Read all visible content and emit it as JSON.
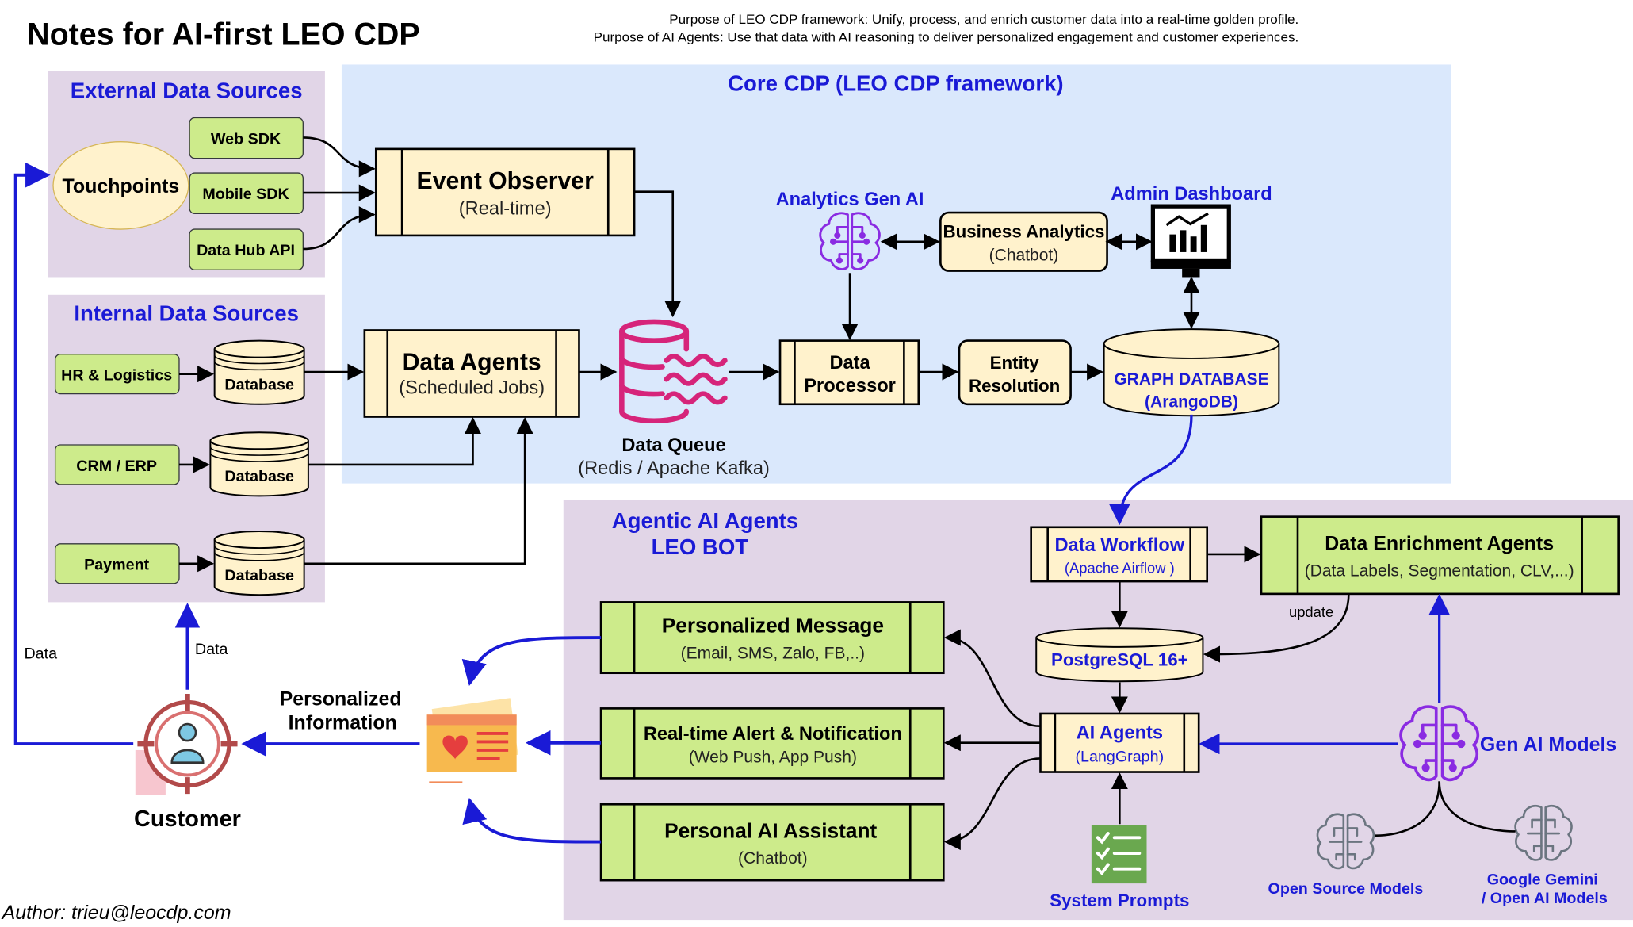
{
  "title": "Notes for AI-first LEO CDP",
  "purpose_lines": [
    "Purpose of LEO CDP framework: Unify, process, and enrich customer data into a real-time golden profile.",
    "Purpose of AI Agents: Use that data with AI reasoning to deliver personalized engagement and customer experiences."
  ],
  "author": "Author: trieu@leocdp.com",
  "colors": {
    "blue_text": "#1a1ad6",
    "core_region": "#dae8fc",
    "purple_region": "#e1d5e7",
    "cream_box": "#fff2cc",
    "green_box": "#cdeb8b",
    "queue_magenta": "#d6247a",
    "ai_purple": "#8a2be2"
  },
  "regions": {
    "external": "External Data Sources",
    "internal": "Internal Data Sources",
    "core": "Core CDP (LEO CDP framework)",
    "agentic_line1": "Agentic AI Agents",
    "agentic_line2": "LEO BOT"
  },
  "external": {
    "touchpoints": "Touchpoints",
    "web_sdk": "Web SDK",
    "mobile_sdk": "Mobile SDK",
    "data_hub_api": "Data Hub API"
  },
  "internal": {
    "hr_logistics": "HR & Logistics",
    "crm_erp": "CRM / ERP",
    "payment": "Payment",
    "database": "Database"
  },
  "core": {
    "event_observer_title": "Event Observer",
    "event_observer_sub": "(Real-time)",
    "data_agents_title": "Data Agents",
    "data_agents_sub": "(Scheduled Jobs)",
    "data_queue_title": "Data Queue",
    "data_queue_sub": "(Redis / Apache Kafka)",
    "data_processor_l1": "Data",
    "data_processor_l2": "Processor",
    "entity_resolution_l1": "Entity",
    "entity_resolution_l2": "Resolution",
    "graph_db_l1": "GRAPH DATABASE",
    "graph_db_l2": "(ArangoDB)",
    "analytics_gen_ai": "Analytics Gen AI",
    "business_analytics_title": "Business Analytics",
    "business_analytics_sub": "(Chatbot)",
    "admin_dashboard": "Admin Dashboard"
  },
  "agentic": {
    "data_workflow_title": "Data Workflow",
    "data_workflow_sub": "(Apache Airflow )",
    "enrichment_title": "Data Enrichment Agents",
    "enrichment_sub": "(Data Labels, Segmentation, CLV,...)",
    "update_label": "update",
    "postgres": "PostgreSQL 16+",
    "ai_agents_title": "AI Agents",
    "ai_agents_sub": "(LangGraph)",
    "personalized_message_title": "Personalized Message",
    "personalized_message_sub": "(Email, SMS, Zalo, FB,..)",
    "realtime_alert_title": "Real-time Alert & Notification",
    "realtime_alert_sub": "(Web Push, App Push)",
    "personal_assistant_title": "Personal AI Assistant",
    "personal_assistant_sub": "(Chatbot)",
    "system_prompts": "System Prompts",
    "gen_ai_models": "Gen AI Models",
    "open_source_models": "Open Source Models",
    "gemini_l1": "Google Gemini",
    "gemini_l2": "/ Open AI Models"
  },
  "customer": {
    "label": "Customer",
    "personalized_info_l1": "Personalized",
    "personalized_info_l2": "Information",
    "data_left": "Data",
    "data_up": "Data"
  },
  "icons": {
    "queue": "database-stream-icon",
    "brain": "ai-brain-circuit-icon",
    "dashboard": "monitor-bar-chart-icon",
    "customer": "person-target-icon",
    "info": "profile-card-icon",
    "prompts": "checklist-icon"
  }
}
